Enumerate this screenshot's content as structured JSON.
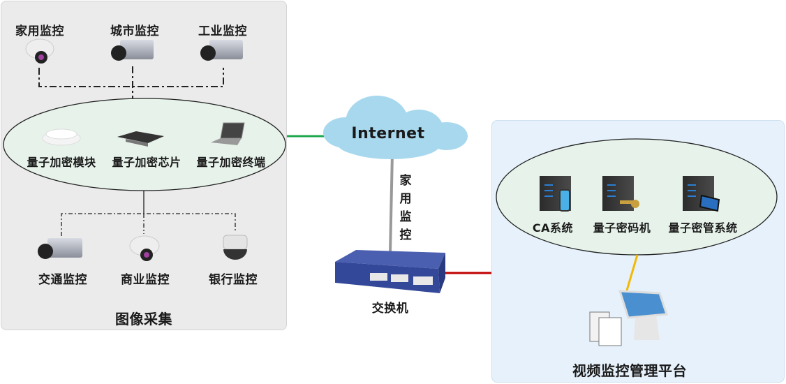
{
  "left_group": {
    "title": "图像采集",
    "top_cameras": [
      {
        "label": "家用监控",
        "icon": "dome-camera-icon"
      },
      {
        "label": "城市监控",
        "icon": "box-camera-icon"
      },
      {
        "label": "工业监控",
        "icon": "box-camera-icon"
      }
    ],
    "crypto_devices": [
      {
        "label": "量子加密模块",
        "icon": "router-puck-icon"
      },
      {
        "label": "量子加密芯片",
        "icon": "chip-device-icon"
      },
      {
        "label": "量子加密终端",
        "icon": "laptop-icon"
      }
    ],
    "bottom_cameras": [
      {
        "label": "交通监控",
        "icon": "box-camera-icon"
      },
      {
        "label": "商业监控",
        "icon": "dome-camera-icon"
      },
      {
        "label": "银行监控",
        "icon": "ptz-camera-icon"
      }
    ]
  },
  "center": {
    "cloud_label": "Internet",
    "link_label_chars": [
      "家",
      "用",
      "监",
      "控"
    ],
    "switch_label": "交换机"
  },
  "right_group": {
    "title": "视频监控管理平台",
    "servers": [
      {
        "label": "CA系统",
        "icon": "server-phone-icon"
      },
      {
        "label": "量子密码机",
        "icon": "server-key-icon"
      },
      {
        "label": "量子密管系统",
        "icon": "server-monitor-icon"
      }
    ]
  },
  "colors": {
    "left_link": "#1fa84f",
    "right_link": "#c00000",
    "platform_link": "#f5b800",
    "cloud": "#a8d8ee",
    "switch": "#3a4f9c"
  }
}
